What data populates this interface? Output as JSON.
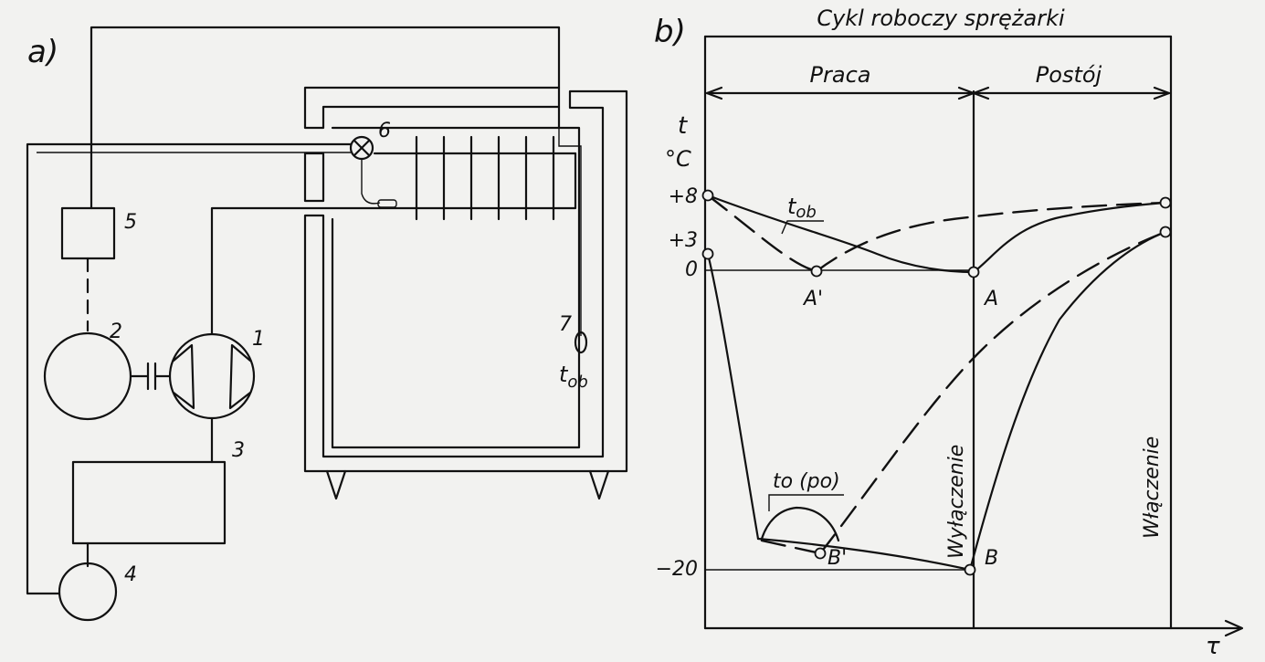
{
  "panel_a": {
    "label": "a)",
    "numbers": [
      "1",
      "2",
      "3",
      "4",
      "5",
      "6",
      "7"
    ],
    "sensor_label": "t",
    "sensor_sub": "ob"
  },
  "panel_b": {
    "label": "b)",
    "title": "Cykl roboczy sprężarki",
    "phase_work": "Praca",
    "phase_stop": "Postój",
    "y_axis_symbol": "t",
    "y_axis_unit": "°C",
    "y_ticks": [
      "+8",
      "+3",
      "0",
      "−20"
    ],
    "x_axis_symbol": "τ",
    "curve_tob_label": "t",
    "curve_tob_sub": "ob",
    "curve_to_label": "to (po)",
    "point_labels": [
      "A'",
      "A",
      "B'",
      "B"
    ],
    "switch_off_label": "Wyłączenie",
    "switch_on_label": "Włączenie"
  }
}
